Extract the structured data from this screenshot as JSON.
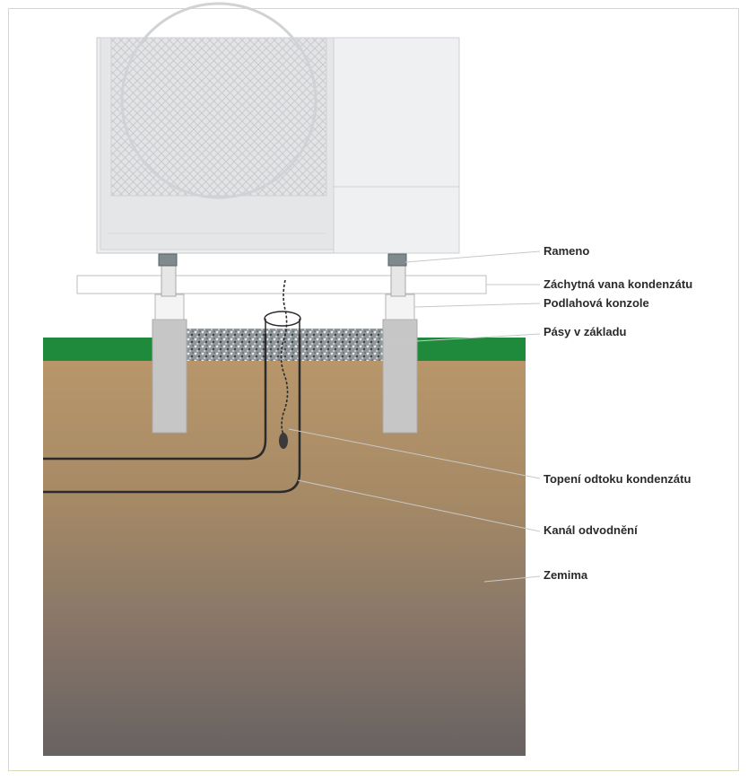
{
  "labels": {
    "rameno": "Rameno",
    "drip_tray": "Záchytná vana kondenzátu",
    "floor_bracket": "Podlahová konzole",
    "foundation_strips": "Pásy v základu",
    "drain_heating": "Topení odtoku kondenzátu",
    "drain_channel": "Kanál odvodnění",
    "soil": "Zemima"
  },
  "colors": {
    "frame_border": "#d8dcb4",
    "grass": "#1f8a3c",
    "soil_top": "#b39266",
    "soil_bottom": "#6d6563",
    "concrete": "#c9c9c9",
    "unit_body": "#eeeef0",
    "label_text": "#2a2a2a"
  }
}
